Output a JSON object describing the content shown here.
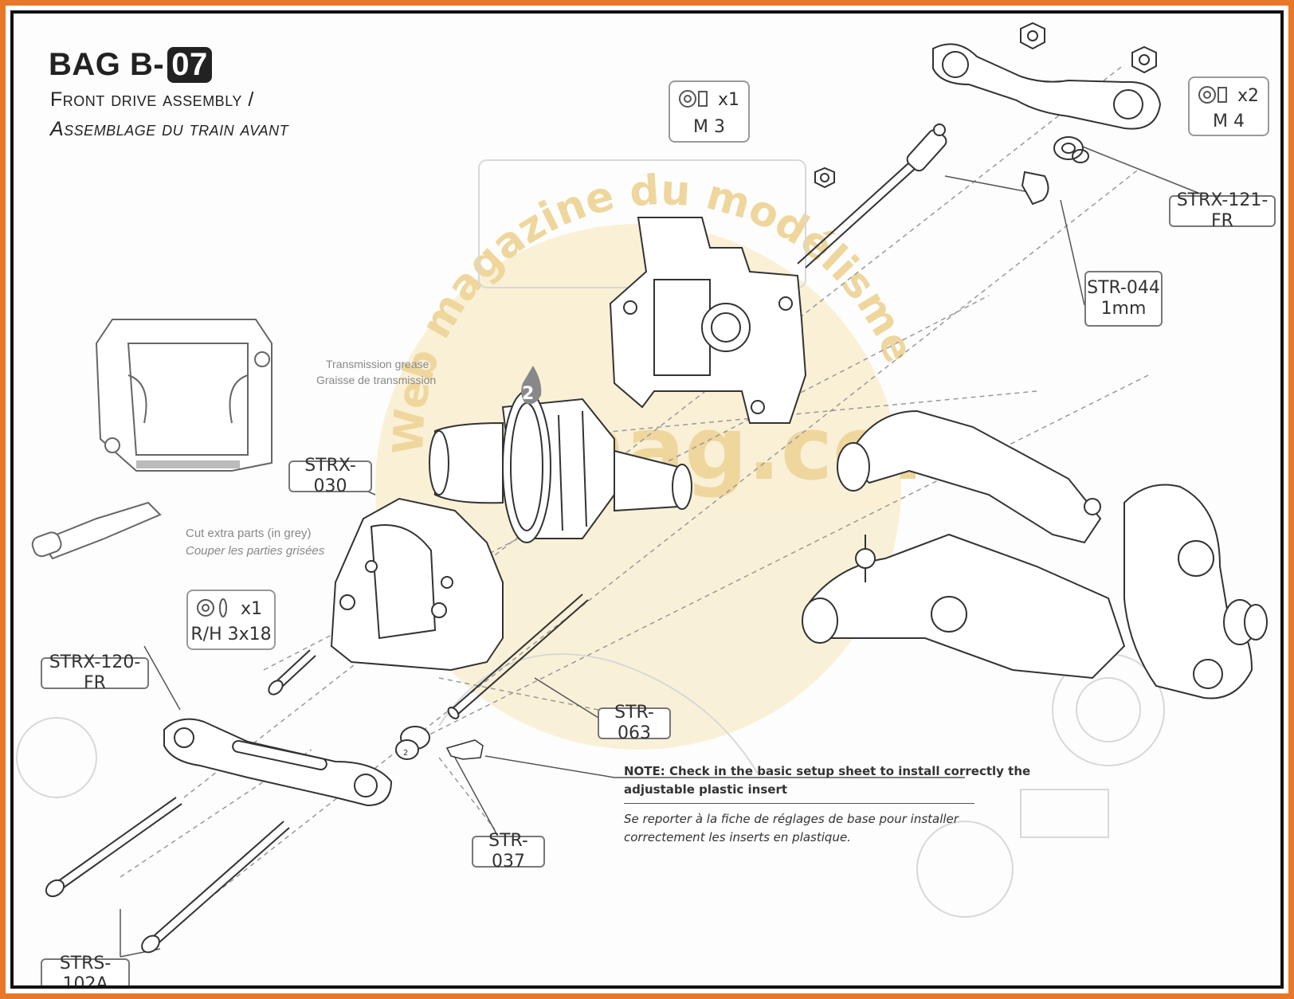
{
  "header": {
    "bag_prefix": "BAG B-",
    "bag_number": "07",
    "title_en": "Front drive assembly /",
    "title_fr": "Assemblage du train avant"
  },
  "hardware": [
    {
      "qty": "x1",
      "size": "M 3"
    },
    {
      "qty": "x2",
      "size": "M 4"
    },
    {
      "qty": "x1",
      "size": "R/H 3x18"
    }
  ],
  "part_labels": {
    "strx_121_fr": "STRX-121-FR",
    "str_044_line1": "STR-044",
    "str_044_line2": "1mm",
    "strx_030": "STRX-030",
    "strx_120_fr": "STRX-120-FR",
    "str_063": "STR-063",
    "str_037": "STR-037",
    "strs_102a": "STRS-102A"
  },
  "callouts": {
    "grease_en": "Transmission grease",
    "grease_fr": "Graisse de transmission",
    "grease_step": "2",
    "cut_en": "Cut extra parts (in grey)",
    "cut_fr": "Couper les parties grisées",
    "insert_mark": "2"
  },
  "note": {
    "line1": "NOTE: Check in the basic setup sheet to install correctly the",
    "line2": "adjustable plastic insert",
    "line3": "Se reporter à la fiche de réglages de base pour installer",
    "line4": "correctement les inserts en plastique."
  },
  "watermark": {
    "arc_text": "Web magazine du modélisme",
    "main_text": "rcmag.com"
  },
  "colors": {
    "outer_border": "#e8772a",
    "inner_border": "#111111",
    "watermark": "#e9c66a"
  }
}
